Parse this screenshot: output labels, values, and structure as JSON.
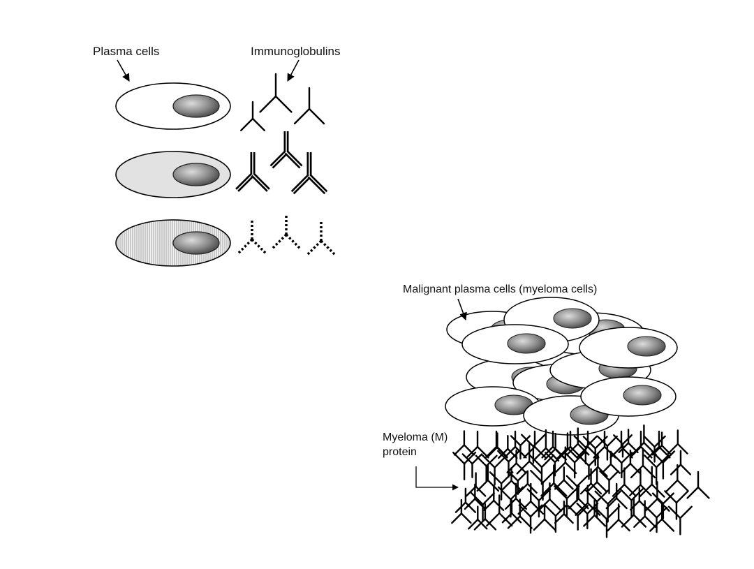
{
  "labels": {
    "plasma_cells": "Plasma cells",
    "immunoglobulins": "Immunoglobulins",
    "malignant": "Malignant plasma cells (myeloma cells)",
    "myeloma_line1": "Myeloma (M)",
    "myeloma_line2": "protein"
  },
  "colors": {
    "stroke": "#000000",
    "cell_fill_plain": "#ffffff",
    "cell_fill_grey": "#e2e2e2",
    "nucleus_center": "#d8d8d8",
    "nucleus_edge": "#4a4a4a"
  },
  "icons": {
    "antibody": "y-shaped-antibody-icon",
    "cell": "plasma-cell-ellipse",
    "nucleus": "nucleus-sphere"
  }
}
